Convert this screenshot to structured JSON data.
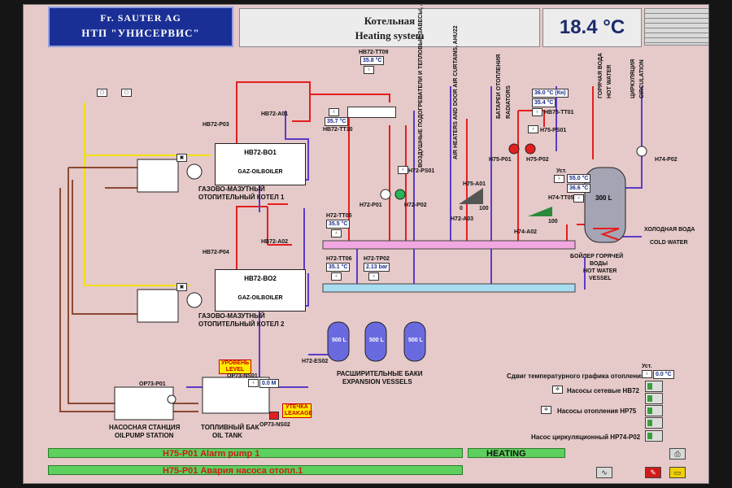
{
  "header": {
    "company": "Fr. SAUTER AG",
    "partner": "НТП \"УНИСЕРВИС\"",
    "title_ru": "Котельная",
    "title_en": "Heating system",
    "temperature": "18.4 °C"
  },
  "colors": {
    "background": "#e6c9c9",
    "supply_pipe": "#e41e1e",
    "return_pipe": "#5a3cc8",
    "gas_line": "#f0e000",
    "oil_line": "#8a4a32",
    "supply_header": "#f2a8e0",
    "return_header": "#a8dcf0",
    "tank": "#6a6ae0",
    "status_bar": "#5ed05e"
  },
  "boilers": [
    {
      "name": "HB72-BO1",
      "type": "GAZ-OILBOILER",
      "caption_ru": "ГАЗОВО-МАЗУТНЫЙ",
      "caption_ru2": "ОТОПИТЕЛЬНЫЙ КОТЕЛ 1",
      "pump": "HB72-P03",
      "valve": "HB72-A01"
    },
    {
      "name": "HB72-BO2",
      "type": "GAZ-OILBOILER",
      "caption_ru": "ГАЗОВО-МАЗУТНЫЙ",
      "caption_ru2": "ОТОПИТЕЛЬНЫЙ КОТЕЛ 2",
      "pump": "HB72-P04",
      "valve": "HB72-A02"
    }
  ],
  "sensors": {
    "tt09": {
      "id": "HB72-TT09",
      "value": "35.8 °C"
    },
    "tt10": {
      "id": "HB72-TT10",
      "value": "35.7 °C"
    },
    "tt05": {
      "id": "H72-TT05",
      "value": "35.5 °C"
    },
    "tt06": {
      "id": "H72-TT06",
      "value": "35.1 °C"
    },
    "tp02": {
      "id": "H72-TP02",
      "value": "2.13 bar"
    },
    "kn": {
      "value": "36.0 °C (Кн)"
    },
    "tt01": {
      "id": "HB75-TT01",
      "value": "35.4 °C"
    },
    "ust": {
      "label": "Уст.",
      "value": "55.0 °C"
    },
    "tt05b": {
      "id": "H74-TT05",
      "value": "36.6 °C"
    },
    "level": {
      "id": "OP73-NS01",
      "value": "0.0 M"
    }
  },
  "devices": {
    "h72_ps01": "H72-PS01",
    "h72_p01": "H72-P01",
    "h72_p02": "H72-P02",
    "h75_ps01": "H75-PS01",
    "h75_p01": "H75-P01",
    "h75_p02": "H75-P02",
    "h75_a01": "H75-A01",
    "h72_a03": "H72-A03",
    "h74_a02": "H74-A02",
    "h74_p02": "H74-P02",
    "h72_es02": "H72-ES02",
    "op73_p01": "OP73-P01",
    "op73_ns02": "OP73-NS02",
    "valve_scale_zero": "0",
    "valve_scale_hundred": "100"
  },
  "circuit_labels": {
    "air_curtains_ru": "ВОЗДУШНЫЕ ПОДОГРЕВАТЕЛИ И ТЕПЛОВЫЕ ЗАВЕСЫ, AHU22",
    "air_curtains_en": "AIR HEATERS AND DOOR AIR CURTAINS, AHU22",
    "radiators_ru": "БАТАРЕИ ОТОПЛЕНИЯ",
    "radiators_en": "RADIATORS",
    "hot_water_ru": "ГОРЯЧАЯ ВОДА",
    "hot_water_en": "HOT WATER",
    "circulation_ru": "ЦИРКУЛЯЦИЯ",
    "circulation_en": "CIRCULATION",
    "cold_water_ru": "ХОЛОДНАЯ ВОДА",
    "cold_water_en": "COLD WATER"
  },
  "vessel": {
    "volume": "300 L",
    "caption_ru": "БОЙЛЕР ГОРЯЧЕЙ",
    "caption_ru2": "ВОДЫ",
    "caption_en": "HOT WATER",
    "caption_en2": "VESSEL"
  },
  "expansion": {
    "tanks": [
      "500 L",
      "500 L",
      "500 L"
    ],
    "caption_ru": "РАСШИРИТЕЛЬНЫЕ БАКИ",
    "caption_en": "EXPANSION VESSELS"
  },
  "oil": {
    "pump_station_ru": "НАСОСНАЯ СТАНЦИЯ",
    "pump_station_en": "OILPUMP STATION",
    "tank_ru": "ТОПЛИВНЫЙ БАК",
    "tank_en": "OIL TANK",
    "level_tag": "УРОВЕНЬ LEVEL",
    "leak_tag": "УТЕЧКА LEAKAGE"
  },
  "controls": {
    "curve_shift_label": "Сдвиг температурного графика отопления",
    "curve_shift_ust": "Уст.",
    "curve_shift_value": "0.0 °C",
    "pumps_hb72": "Насосы сетевые HB72",
    "pumps_hp75": "Насосы отопления HP75",
    "pump_circ": "Насос циркуляционный  HP74-P02"
  },
  "status": {
    "alarm_en": "H75-P01 Alarm pump 1",
    "alarm_ru": "H75-P01 Авария насоса отопл.1",
    "mode": "HEATING"
  },
  "icons": [
    "fan-icon",
    "valve-icon",
    "pump-icon",
    "burner-icon",
    "printer-icon",
    "graph-icon",
    "alarm-book-icon",
    "folder-icon"
  ]
}
